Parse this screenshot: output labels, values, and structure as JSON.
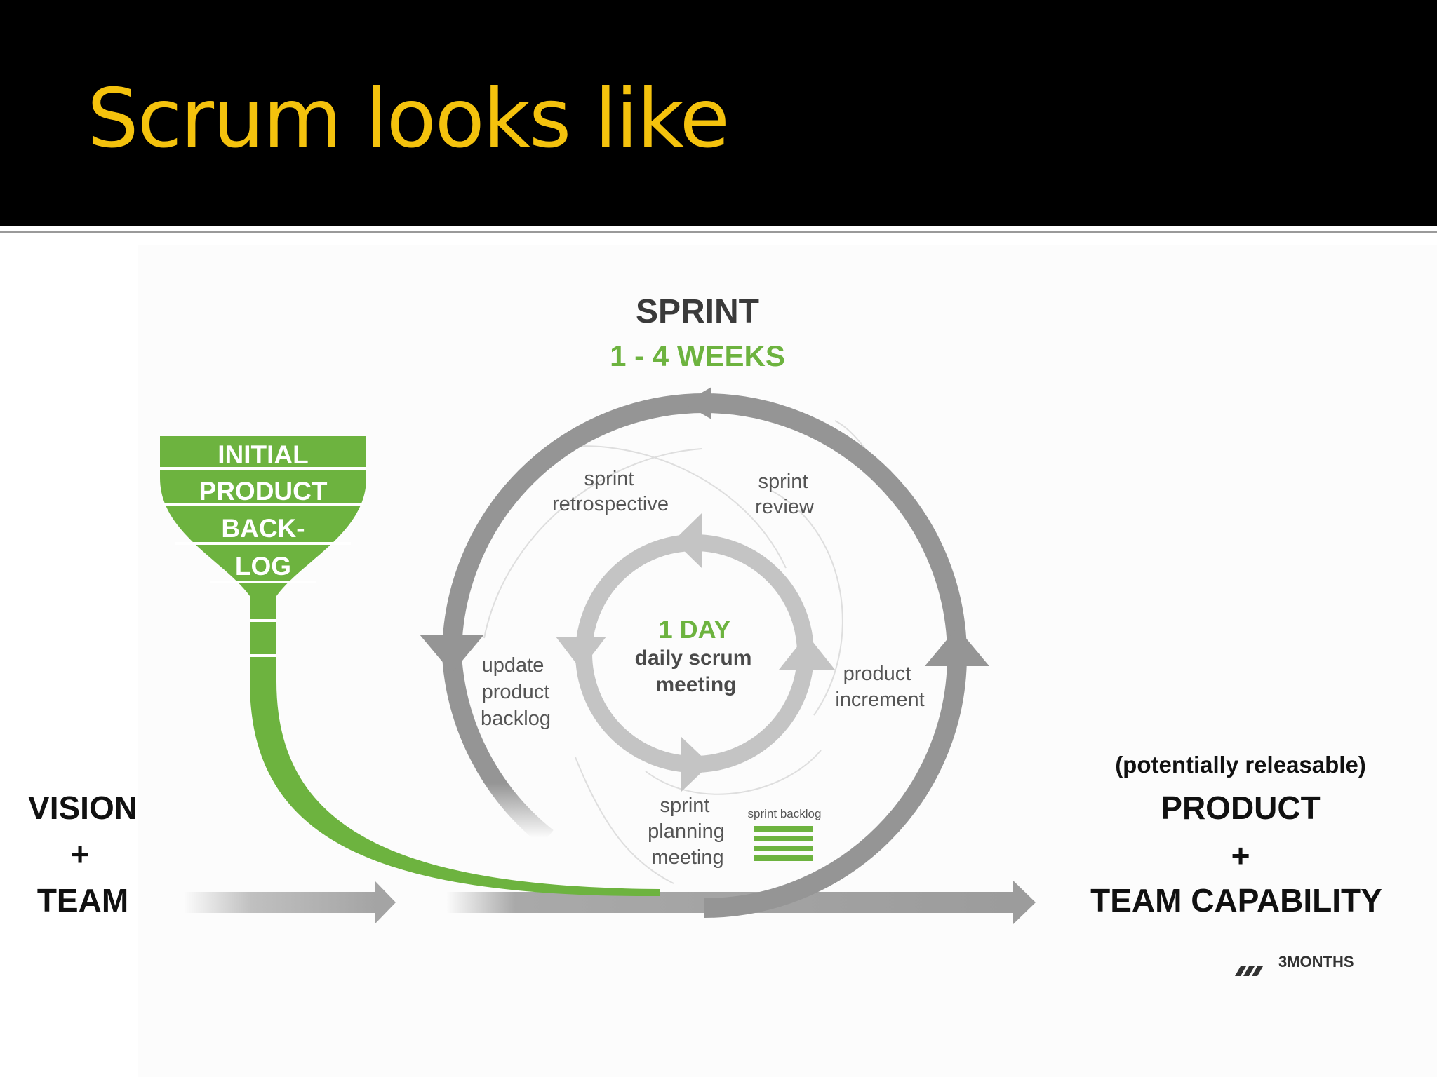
{
  "slide": {
    "title": "Scrum looks like"
  },
  "diagram": {
    "sprint_label": "SPRINT",
    "sprint_duration": "1 - 4 WEEKS",
    "backlog_lines": [
      "INITIAL",
      "PRODUCT",
      "BACK-",
      "LOG"
    ],
    "daily_duration": "1 DAY",
    "daily_label_lines": [
      "daily scrum",
      "meeting"
    ],
    "activities": {
      "retrospective": [
        "sprint",
        "retrospective"
      ],
      "review": [
        "sprint",
        "review"
      ],
      "update_backlog": [
        "update",
        "product",
        "backlog"
      ],
      "increment": [
        "product",
        "increment"
      ],
      "planning": [
        "sprint",
        "planning",
        "meeting"
      ],
      "sprint_backlog": "sprint backlog"
    },
    "input_lines": [
      "VISION",
      "+",
      "TEAM"
    ],
    "output_qualifier": "(potentially releasable)",
    "output_lines": [
      "PRODUCT",
      "+",
      "TEAM CAPABILITY"
    ],
    "logo_text": "3MONTHS",
    "colors": {
      "green": "#6db33f",
      "dark_gray": "#8e8e8e",
      "light_gray": "#c4c4c4",
      "title_yellow": "#f4c20d"
    }
  }
}
